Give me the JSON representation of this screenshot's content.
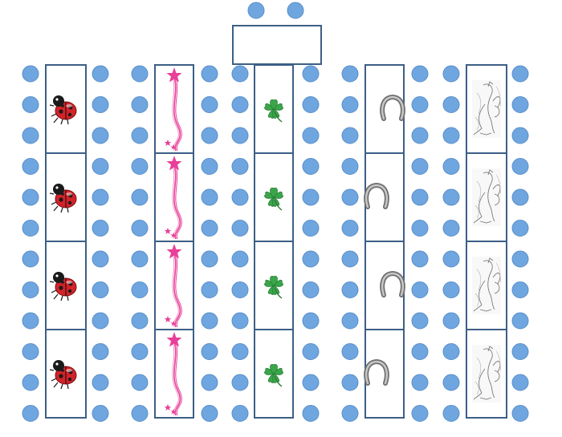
{
  "diagram": {
    "columns": [
      {
        "symbol": "ladybug-icon",
        "cells": 4
      },
      {
        "symbol": "shooting-star-wand-icon",
        "cells": 4
      },
      {
        "symbol": "four-leaf-clover-icon",
        "cells": 4
      },
      {
        "symbol": "horseshoe-icon",
        "cells": 4
      },
      {
        "symbol": "fairy-sketch-icon",
        "cells": 4
      }
    ],
    "dots_per_side_per_column": 12,
    "top_box_dots": 2,
    "colors": {
      "dot": "#6fa6e0",
      "dot_stroke": "#5b8fc9",
      "box_border": "#3c5f86",
      "ladybug_red": "#d2232a",
      "star_pink": "#e8409a",
      "clover_green": "#3aa64a",
      "horseshoe_gray": "#8a8a8a"
    }
  }
}
